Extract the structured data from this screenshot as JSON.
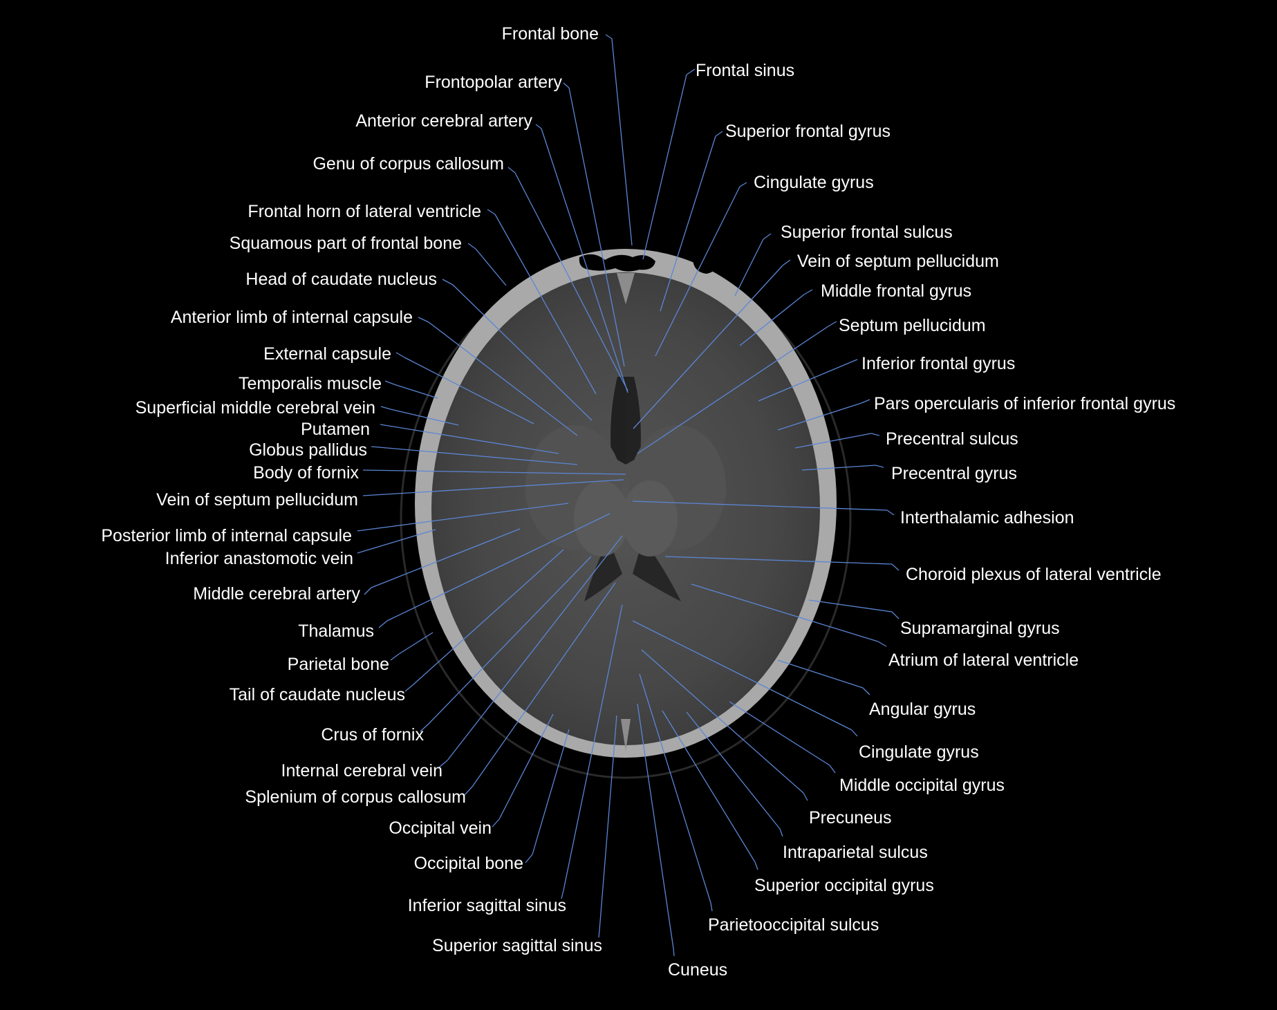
{
  "image": {
    "title": "",
    "background_color": "#000000",
    "label_color": "#ffffff",
    "leader_line_color": "#5b86d6",
    "bone_color": "#a9a9a9",
    "brain_color": "#4a4a4a"
  },
  "labels_left": [
    {
      "key": "frontal_bone",
      "text": "Frontal bone"
    },
    {
      "key": "frontopolar_artery",
      "text": "Frontopolar artery"
    },
    {
      "key": "anterior_cerebral_artery",
      "text": "Anterior cerebral artery"
    },
    {
      "key": "genu_corpus_callosum",
      "text": "Genu of corpus callosum"
    },
    {
      "key": "frontal_horn_lateral_ventricle",
      "text": "Frontal horn of lateral ventricle"
    },
    {
      "key": "squamous_frontal_bone",
      "text": "Squamous part of frontal bone"
    },
    {
      "key": "head_caudate_nucleus",
      "text": "Head of caudate nucleus"
    },
    {
      "key": "anterior_limb_internal_capsule",
      "text": "Anterior limb of internal capsule"
    },
    {
      "key": "external_capsule",
      "text": "External capsule"
    },
    {
      "key": "temporalis_muscle",
      "text": "Temporalis muscle"
    },
    {
      "key": "superficial_middle_cerebral_vein",
      "text": "Superficial middle cerebral vein"
    },
    {
      "key": "putamen",
      "text": "Putamen"
    },
    {
      "key": "globus_pallidus",
      "text": "Globus pallidus"
    },
    {
      "key": "body_of_fornix",
      "text": "Body of fornix"
    },
    {
      "key": "vein_septum_pellucidum_left",
      "text": "Vein of septum pellucidum"
    },
    {
      "key": "posterior_limb_internal_capsule",
      "text": "Posterior limb of internal capsule"
    },
    {
      "key": "inferior_anastomotic_vein",
      "text": "Inferior anastomotic vein"
    },
    {
      "key": "middle_cerebral_artery",
      "text": "Middle cerebral artery"
    },
    {
      "key": "thalamus",
      "text": "Thalamus"
    },
    {
      "key": "parietal_bone",
      "text": "Parietal bone"
    },
    {
      "key": "tail_caudate_nucleus",
      "text": "Tail of caudate nucleus"
    },
    {
      "key": "crus_of_fornix",
      "text": "Crus of fornix"
    },
    {
      "key": "internal_cerebral_vein",
      "text": "Internal cerebral vein"
    },
    {
      "key": "splenium_corpus_callosum",
      "text": "Splenium of corpus callosum"
    },
    {
      "key": "occipital_vein",
      "text": "Occipital vein"
    },
    {
      "key": "occipital_bone",
      "text": "Occipital bone"
    },
    {
      "key": "inferior_sagittal_sinus",
      "text": "Inferior sagittal sinus"
    },
    {
      "key": "superior_sagittal_sinus",
      "text": "Superior sagittal sinus"
    }
  ],
  "labels_right": [
    {
      "key": "frontal_sinus",
      "text": "Frontal sinus"
    },
    {
      "key": "superior_frontal_gyrus",
      "text": "Superior frontal gyrus"
    },
    {
      "key": "cingulate_gyrus_front",
      "text": "Cingulate gyrus"
    },
    {
      "key": "superior_frontal_sulcus",
      "text": "Superior frontal sulcus"
    },
    {
      "key": "vein_septum_pellucidum_right",
      "text": "Vein of septum pellucidum"
    },
    {
      "key": "middle_frontal_gyrus",
      "text": "Middle frontal gyrus"
    },
    {
      "key": "septum_pellucidum",
      "text": "Septum pellucidum"
    },
    {
      "key": "inferior_frontal_gyrus",
      "text": "Inferior frontal gyrus"
    },
    {
      "key": "pars_opercularis",
      "text": "Pars opercularis of inferior frontal gyrus"
    },
    {
      "key": "precentral_sulcus",
      "text": "Precentral sulcus"
    },
    {
      "key": "precentral_gyrus",
      "text": "Precentral gyrus"
    },
    {
      "key": "interthalamic_adhesion",
      "text": "Interthalamic adhesion"
    },
    {
      "key": "choroid_plexus",
      "text": "Choroid plexus of lateral ventricle"
    },
    {
      "key": "supramarginal_gyrus",
      "text": "Supramarginal gyrus"
    },
    {
      "key": "atrium_lateral_ventricle",
      "text": "Atrium of lateral ventricle"
    },
    {
      "key": "angular_gyrus",
      "text": "Angular gyrus"
    },
    {
      "key": "cingulate_gyrus_back",
      "text": "Cingulate gyrus"
    },
    {
      "key": "middle_occipital_gyrus",
      "text": "Middle occipital gyrus"
    },
    {
      "key": "precuneus",
      "text": "Precuneus"
    },
    {
      "key": "intraparietal_sulcus",
      "text": "Intraparietal sulcus"
    },
    {
      "key": "superior_occipital_gyrus",
      "text": "Superior occipital gyrus"
    },
    {
      "key": "parietooccipital_sulcus",
      "text": "Parietooccipital sulcus"
    },
    {
      "key": "cuneus",
      "text": "Cuneus"
    }
  ]
}
